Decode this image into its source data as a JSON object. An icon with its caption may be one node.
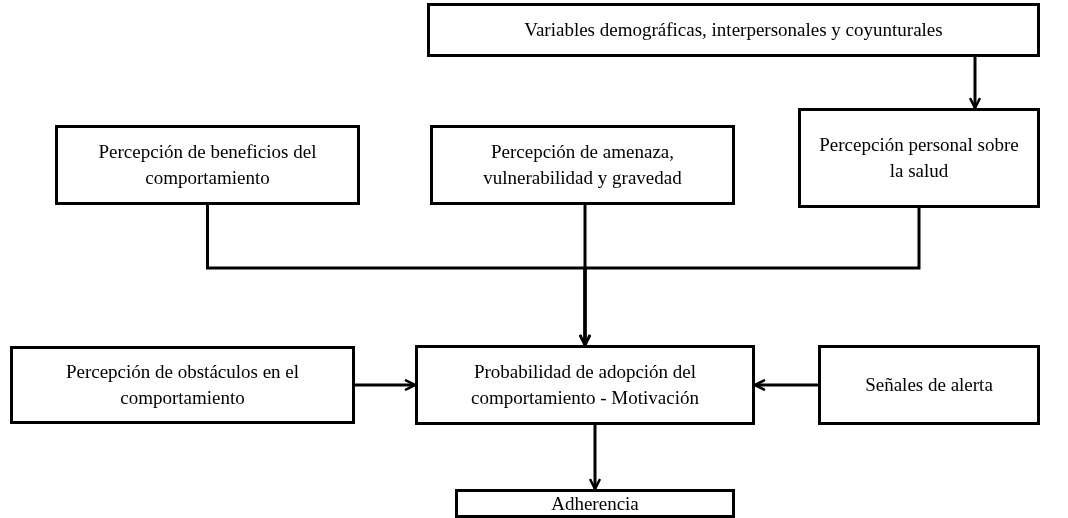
{
  "diagram": {
    "nodes": [
      {
        "text": [
          "Variables demográficas, interpersonales y coyunturales"
        ]
      },
      {
        "text": [
          "Percepción de beneficios del comportamiento"
        ]
      },
      {
        "text": [
          "Percepción de amenaza, vulnerabilidad y gravedad"
        ]
      },
      {
        "text": [
          "Percepción personal sobre la salud"
        ]
      },
      {
        "text": [
          "Percepción de obstáculos en el comportamiento"
        ]
      },
      {
        "text": [
          "Probabilidad de adopción del comportamiento - Motivación"
        ]
      },
      {
        "text": [
          "Señales de alerta"
        ]
      },
      {
        "text": [
          "Adherencia"
        ]
      }
    ],
    "edges": [
      {
        "from": 0,
        "to": 3,
        "arrow": "to"
      },
      {
        "from": 1,
        "to": 5,
        "arrow": "to"
      },
      {
        "from": 2,
        "to": 5,
        "arrow": "to"
      },
      {
        "from": 3,
        "to": 5,
        "arrow": "to"
      },
      {
        "from": 4,
        "to": 5,
        "arrow": "to"
      },
      {
        "from": 6,
        "to": 5,
        "arrow": "to"
      },
      {
        "from": 5,
        "to": 7,
        "arrow": "to"
      }
    ]
  }
}
